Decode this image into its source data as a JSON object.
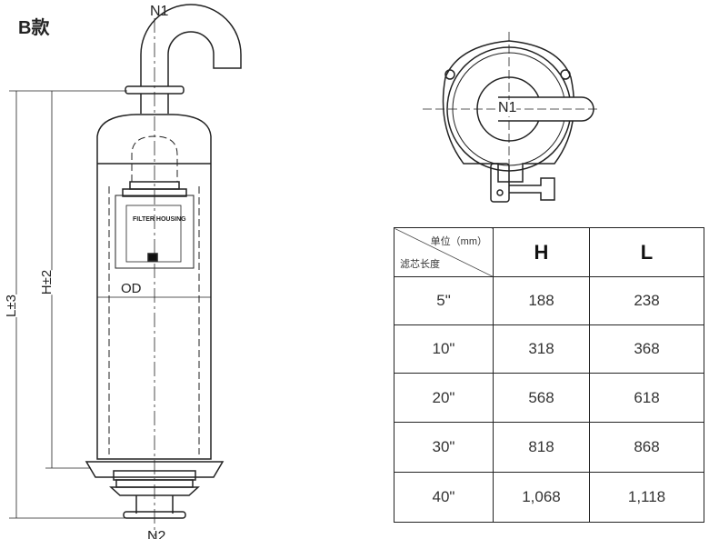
{
  "title": "B款",
  "labels": {
    "n1_side": "N1",
    "n1_top": "N1",
    "n2": "N2",
    "od": "OD",
    "h": "H±2",
    "l": "L±3",
    "nameplate": "FILTER HOUSING"
  },
  "table": {
    "unit_label": "单位（mm）",
    "row_header_label": "滤芯长度",
    "columns": [
      "H",
      "L"
    ],
    "rows": [
      {
        "length": "5\"",
        "H": "188",
        "L": "238"
      },
      {
        "length": "10\"",
        "H": "318",
        "L": "368"
      },
      {
        "length": "20\"",
        "H": "568",
        "L": "618"
      },
      {
        "length": "30\"",
        "H": "818",
        "L": "868"
      },
      {
        "length": "40\"",
        "H": "1,068",
        "L": "1,118"
      }
    ]
  }
}
